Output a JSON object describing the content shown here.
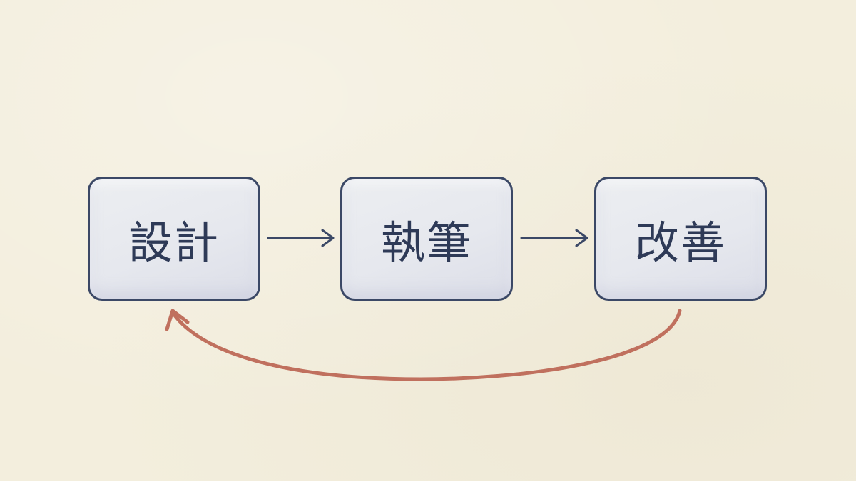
{
  "nodes": [
    {
      "label": "設計"
    },
    {
      "label": "執筆"
    },
    {
      "label": "改善"
    }
  ],
  "colors": {
    "node_border": "#3b4866",
    "arrow": "#3b4866",
    "feedback_arrow": "#c0705e",
    "background": "#f3eedd"
  }
}
